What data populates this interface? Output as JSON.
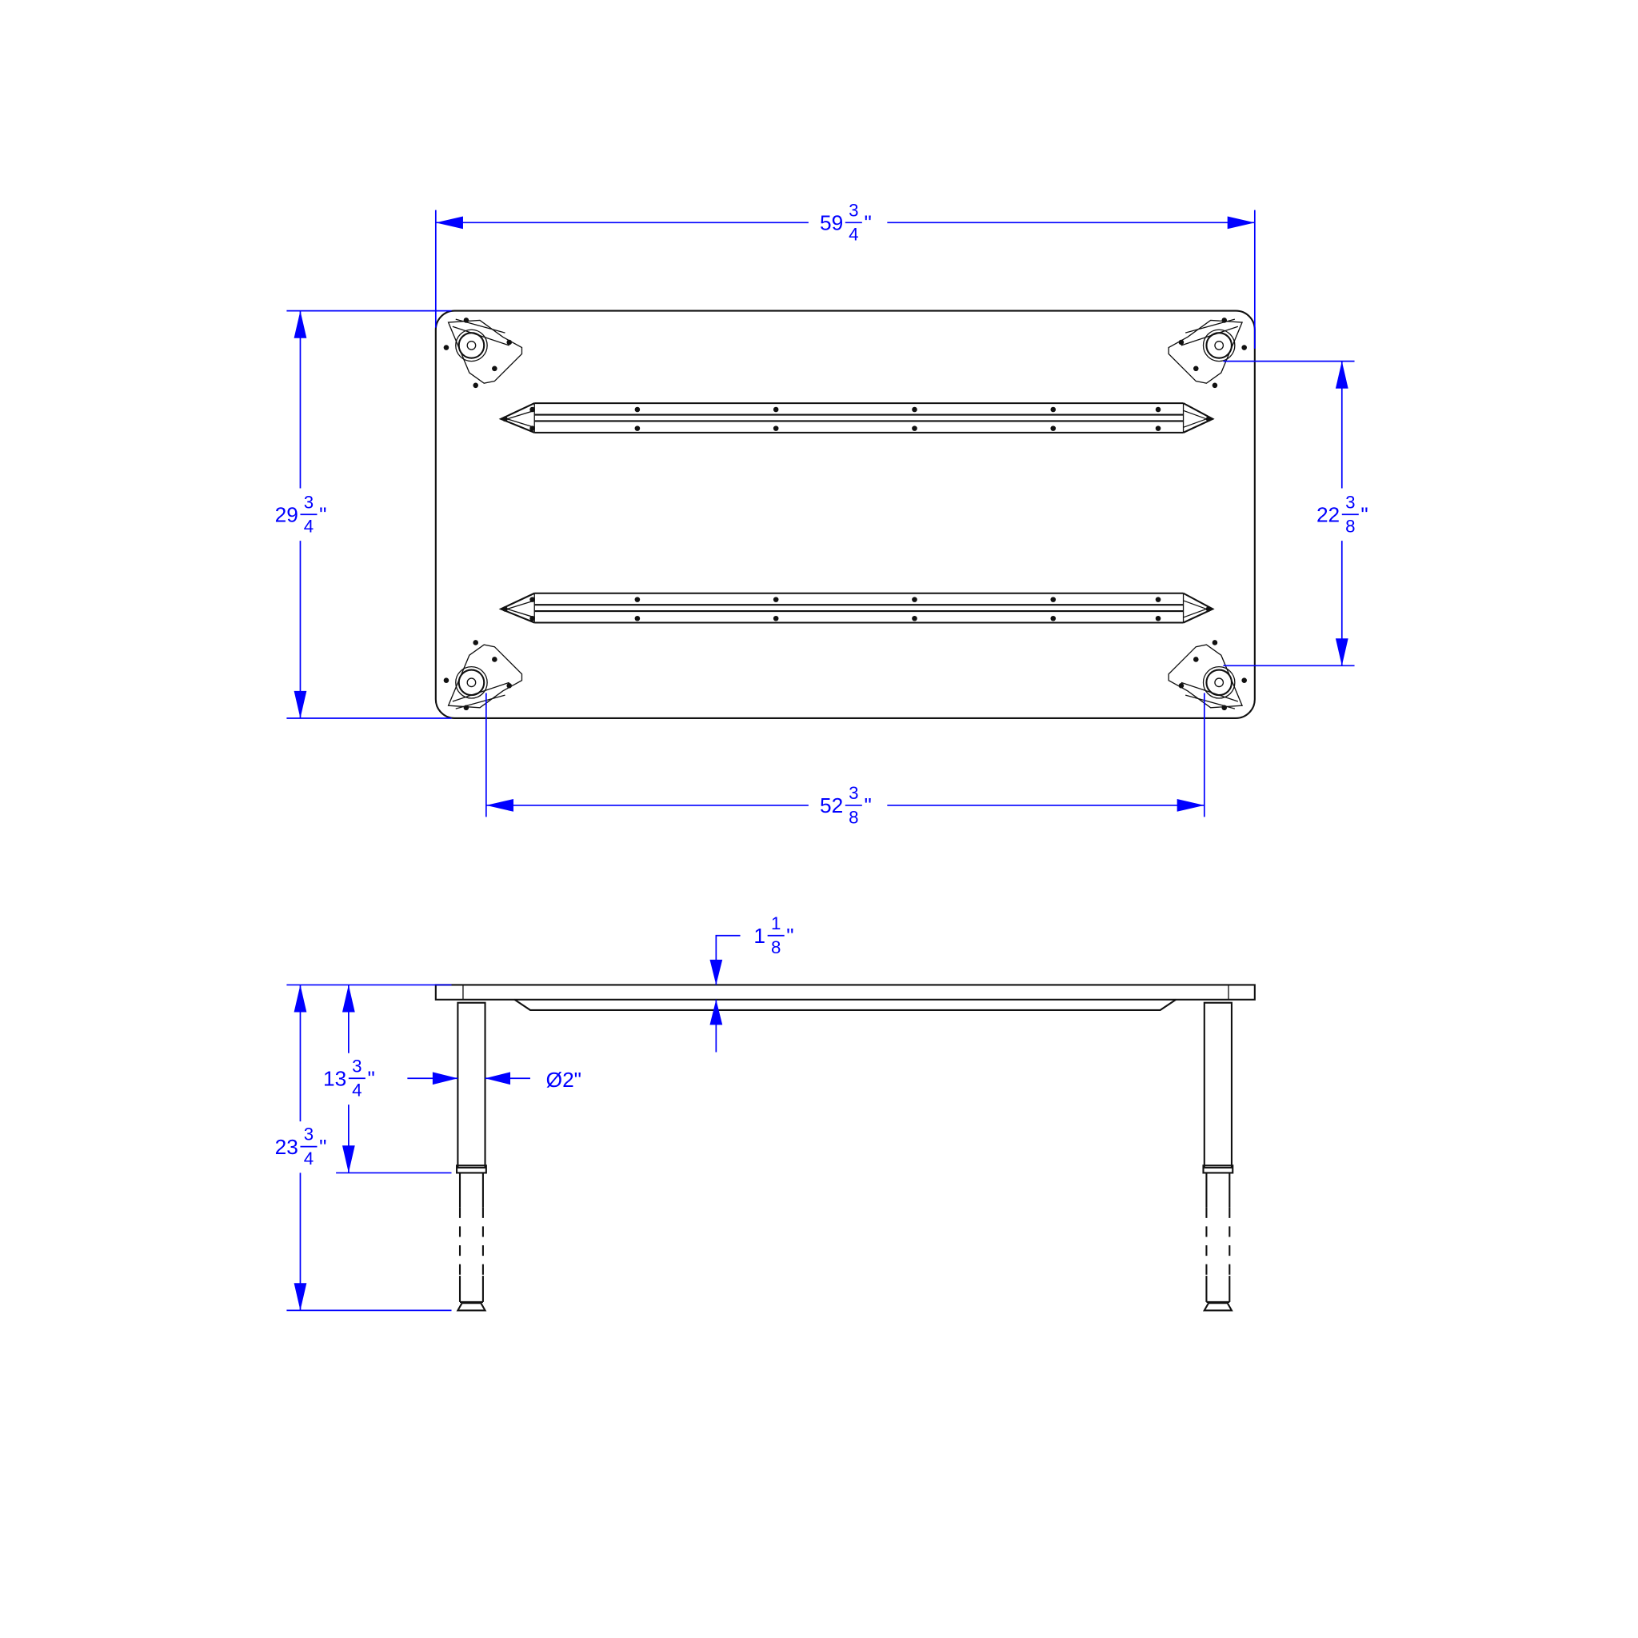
{
  "colors": {
    "dimension": "#0000ff",
    "outline": "#111111",
    "background": "#ffffff"
  },
  "top_view": {
    "overall_length": {
      "whole": "59",
      "num": "3",
      "den": "4",
      "unit": "\""
    },
    "overall_width": {
      "whole": "29",
      "num": "3",
      "den": "4",
      "unit": "\""
    },
    "leg_spacing_width": {
      "whole": "22",
      "num": "3",
      "den": "8",
      "unit": "\""
    },
    "leg_spacing_length": {
      "whole": "52",
      "num": "3",
      "den": "8",
      "unit": "\""
    }
  },
  "side_view": {
    "top_thickness": {
      "whole": "1",
      "num": "1",
      "den": "8",
      "unit": "\""
    },
    "leg_diameter": "Ø2\"",
    "min_height_upper": {
      "whole": "13",
      "num": "3",
      "den": "4",
      "unit": "\""
    },
    "overall_height": {
      "whole": "23",
      "num": "3",
      "den": "4",
      "unit": "\""
    }
  }
}
